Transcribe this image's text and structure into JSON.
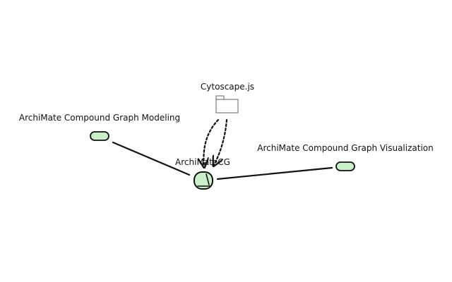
{
  "diagram": {
    "nodes": {
      "cytoscape": {
        "label": "Cytoscape.js",
        "kind": "package-folder-icon"
      },
      "modeling": {
        "label": "ArchiMate Compound Graph Modeling",
        "kind": "node"
      },
      "visualization": {
        "label": "ArchiMate Compound Graph Visualization",
        "kind": "node"
      },
      "archimatecg": {
        "label": "ArchiMateCG",
        "kind": "node"
      }
    },
    "edges": [
      {
        "from": "modeling",
        "to": "archimatecg",
        "style": "solid"
      },
      {
        "from": "archimatecg",
        "to": "visualization",
        "style": "solid"
      },
      {
        "from": "cytoscape",
        "to": "archimatecg",
        "style": "dotted"
      },
      {
        "from": "cytoscape",
        "to": "archimatecg",
        "style": "dotted"
      }
    ],
    "colors": {
      "node_fill": "#c9f0c9",
      "stroke": "#111111",
      "background": "#ffffff"
    }
  }
}
